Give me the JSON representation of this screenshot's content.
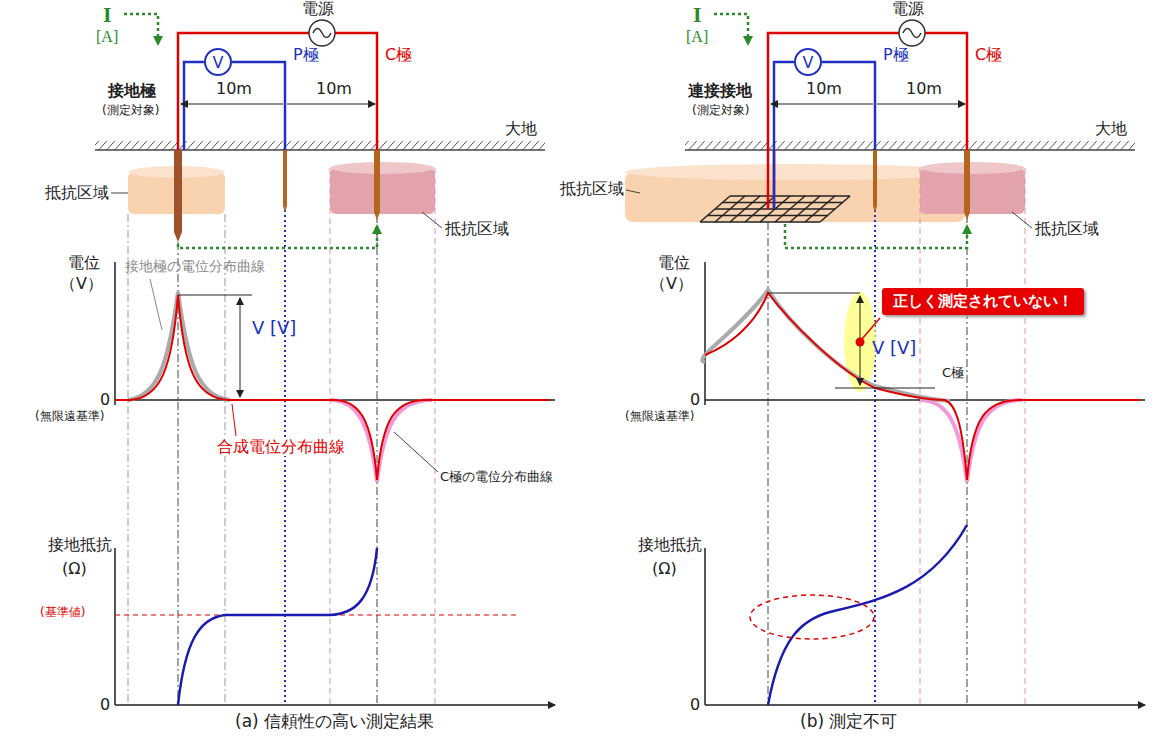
{
  "diagram": {
    "nodes": [
      {
        "text": [
          "V"
        ]
      },
      {
        "text": [
          "V"
        ]
      },
      {
        "text": [
          "正しく測定されていない！"
        ]
      }
    ],
    "labels": [
      "電源",
      "I",
      "[A]",
      "P極",
      "C極",
      "接地極",
      "(測定対象)",
      "10m",
      "10m",
      "大地",
      "抵抗区域",
      "抵抗区域",
      "電位",
      "（V）",
      "接地極の電位分布曲線",
      "V [V]",
      "0",
      "(無限遠基準)",
      "合成電位分布曲線",
      "C極の電位分布曲線",
      "接地抵抗",
      "(Ω)",
      "(基準値)",
      "0",
      "(a) 信頼性の高い測定結果",
      "電源",
      "I",
      "[A]",
      "P極",
      "C極",
      "連接接地",
      "(測定対象)",
      "10m",
      "10m",
      "大地",
      "抵抗区域",
      "抵抗区域",
      "電位",
      "（V）",
      "V [V]",
      "C極",
      "0",
      "(無限遠基準)",
      "接地抵抗",
      "(Ω)",
      "0",
      "(b) 測定不可"
    ]
  }
}
